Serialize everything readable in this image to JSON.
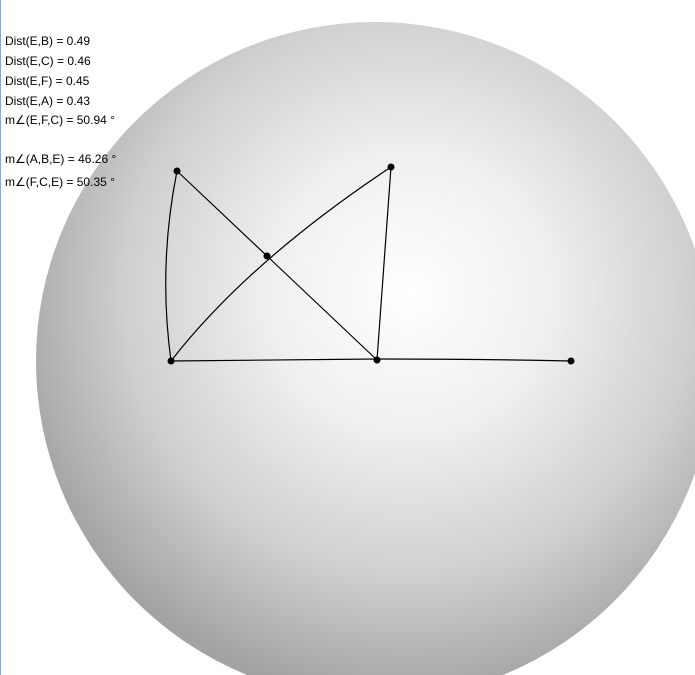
{
  "measurements": {
    "dist_eb": "Dist(E,B) = 0.49",
    "dist_ec": "Dist(E,C) = 0.46",
    "dist_ef": "Dist(E,F) = 0.45",
    "dist_ea": "Dist(E,A) = 0.43",
    "angle_efc": "m∠(E,F,C) = 50.94 °",
    "angle_abe": "m∠(A,B,E) = 46.26 °",
    "angle_fce": "m∠(F,C,E) = 50.35 °"
  },
  "colors": {
    "disk_center": "#ffffff",
    "disk_edge": "#a3a3a3",
    "stroke": "#000000"
  }
}
